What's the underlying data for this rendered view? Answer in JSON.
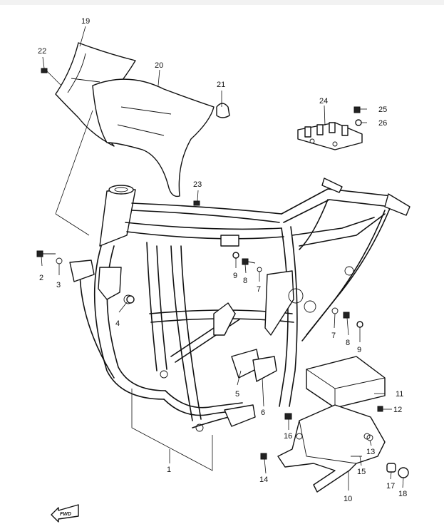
{
  "diagram": {
    "fwd_label": "FWD",
    "callouts": [
      {
        "id": "1",
        "label": "1"
      },
      {
        "id": "2",
        "label": "2"
      },
      {
        "id": "3",
        "label": "3"
      },
      {
        "id": "4",
        "label": "4"
      },
      {
        "id": "5",
        "label": "5"
      },
      {
        "id": "6",
        "label": "6"
      },
      {
        "id": "7a",
        "label": "7"
      },
      {
        "id": "7b",
        "label": "7"
      },
      {
        "id": "8a",
        "label": "8"
      },
      {
        "id": "8b",
        "label": "8"
      },
      {
        "id": "9a",
        "label": "9"
      },
      {
        "id": "9b",
        "label": "9"
      },
      {
        "id": "10",
        "label": "10"
      },
      {
        "id": "11",
        "label": "11"
      },
      {
        "id": "12",
        "label": "12"
      },
      {
        "id": "13",
        "label": "13"
      },
      {
        "id": "14",
        "label": "14"
      },
      {
        "id": "15",
        "label": "15"
      },
      {
        "id": "16",
        "label": "16"
      },
      {
        "id": "17",
        "label": "17"
      },
      {
        "id": "18",
        "label": "18"
      },
      {
        "id": "19",
        "label": "19"
      },
      {
        "id": "20",
        "label": "20"
      },
      {
        "id": "21",
        "label": "21"
      },
      {
        "id": "22",
        "label": "22"
      },
      {
        "id": "23",
        "label": "23"
      },
      {
        "id": "24",
        "label": "24"
      },
      {
        "id": "25",
        "label": "25"
      },
      {
        "id": "26",
        "label": "26"
      }
    ]
  }
}
